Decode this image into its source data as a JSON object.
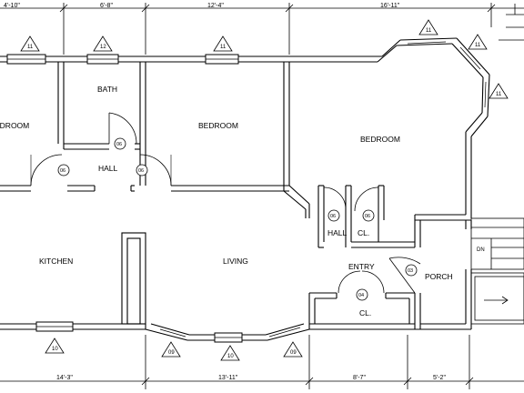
{
  "dimensions": {
    "top": [
      "4'-10\"",
      "6'-8\"",
      "12'-4\"",
      "16'-11\""
    ],
    "bottom": [
      "14'-3\"",
      "13'-11\"",
      "8'-7\"",
      "5'-2\""
    ]
  },
  "rooms": {
    "bedroom_left": "EDROOM",
    "bath": "BATH",
    "bedroom_center": "BEDROOM",
    "bedroom_right": "BEDROOM",
    "hall_upper": "HALL",
    "hall_lower": "HALL",
    "closet_upper": "CL.",
    "closet_lower": "CL.",
    "kitchen": "KITCHEN",
    "living": "LIVING",
    "entry": "ENTRY",
    "porch": "PORCH",
    "stair_dn": "DN"
  },
  "window_tags": {
    "w1": "11",
    "w2": "12",
    "w3": "11",
    "w4": "11",
    "w5": "11",
    "w6": "11",
    "w7": "10",
    "w8": "09",
    "w9": "10",
    "w10": "09"
  },
  "door_tags": {
    "d_bath": "06",
    "d_hall_left": "06",
    "d_hall_right": "06",
    "d_hall2": "06",
    "d_cl2": "06",
    "d_porch": "03",
    "d_entry": "04"
  }
}
